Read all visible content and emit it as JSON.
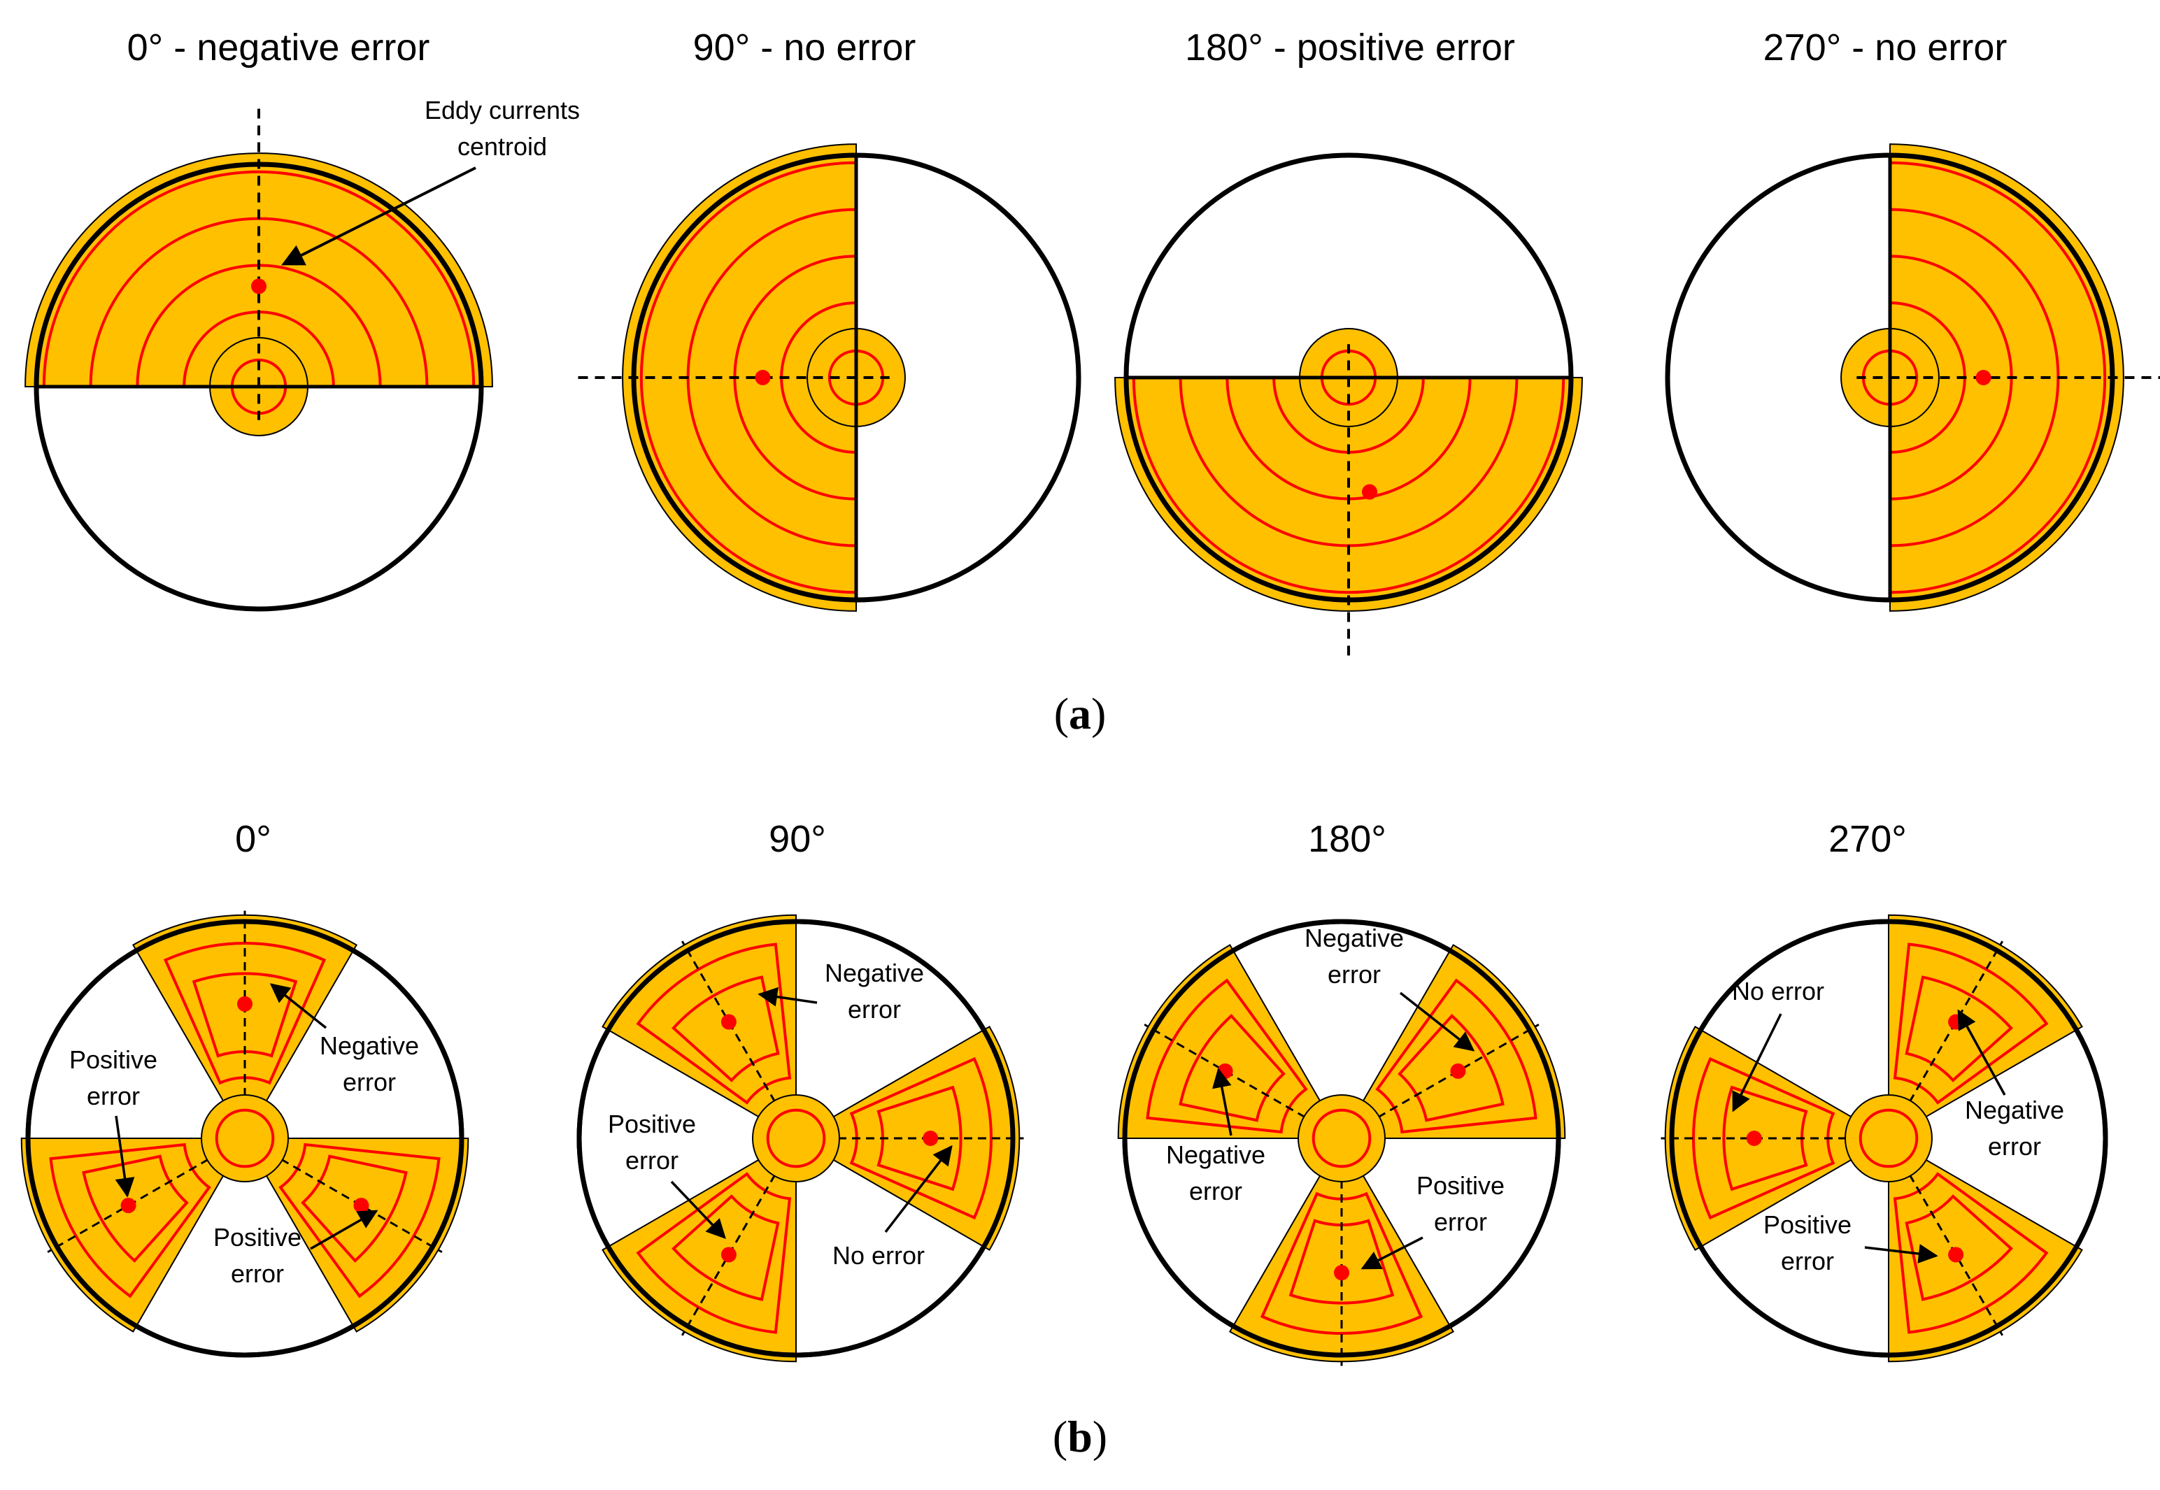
{
  "colors": {
    "shape_fill": "#ffc000",
    "coil_trace": "#ff0000",
    "centroid": "#ff0000",
    "outline": "#000000"
  },
  "panel_a": {
    "label_letter": "a",
    "views": [
      {
        "title": "0° - negative error"
      },
      {
        "title": "90° - no error"
      },
      {
        "title": "180° - positive error"
      },
      {
        "title": "270° - no error"
      }
    ],
    "callout": {
      "line1": "Eddy currents",
      "line2": "centroid"
    }
  },
  "panel_b": {
    "label_letter": "b",
    "views": [
      {
        "title": "0°",
        "callouts": [
          {
            "line1": "Positive",
            "line2": "error"
          },
          {
            "line1": "Negative",
            "line2": "error"
          },
          {
            "line1": "Positive",
            "line2": "error"
          }
        ]
      },
      {
        "title": "90°",
        "callouts": [
          {
            "line1": "Negative",
            "line2": "error"
          },
          {
            "line1": "Positive",
            "line2": "error"
          },
          {
            "line1": "No error",
            "line2": ""
          }
        ]
      },
      {
        "title": "180°",
        "callouts": [
          {
            "line1": "Negative",
            "line2": "error"
          },
          {
            "line1": "Negative",
            "line2": "error"
          },
          {
            "line1": "Positive",
            "line2": "error"
          }
        ]
      },
      {
        "title": "270°",
        "callouts": [
          {
            "line1": "No error",
            "line2": ""
          },
          {
            "line1": "Negative",
            "line2": "error"
          },
          {
            "line1": "Positive",
            "line2": "error"
          }
        ]
      }
    ]
  }
}
